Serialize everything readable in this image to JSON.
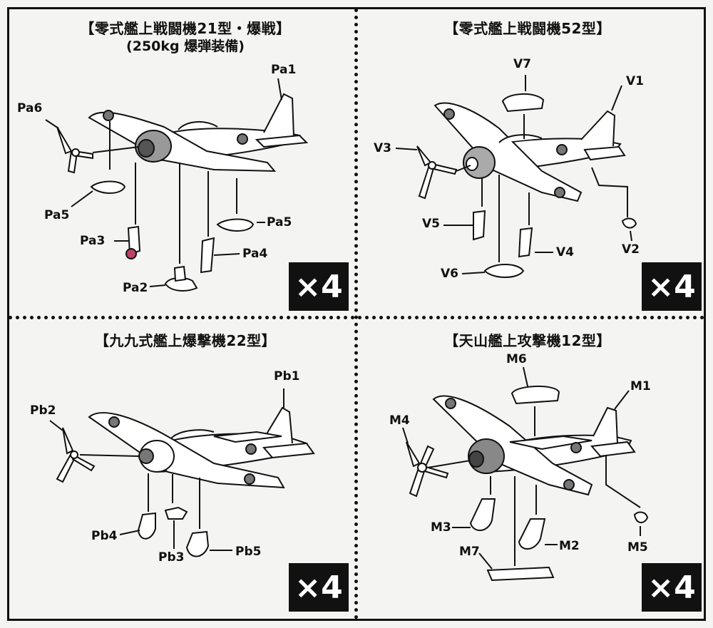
{
  "panels": [
    {
      "title": "【零式艦上戦闘機21型・爆戦】",
      "subtitle": "(250kg 爆弾装備)",
      "labels": [
        "Pa1",
        "Pa6",
        "Pa5",
        "Pa3",
        "Pa5",
        "Pa4",
        "Pa2"
      ],
      "quantity": "×4"
    },
    {
      "title": "【零式艦上戦闘機52型】",
      "labels": [
        "V7",
        "V1",
        "V3",
        "V5",
        "V4",
        "V6",
        "V2"
      ],
      "quantity": "×4"
    },
    {
      "title": "【九九式艦上爆撃機22型】",
      "labels": [
        "Pb1",
        "Pb2",
        "Pb4",
        "Pb3",
        "Pb5"
      ],
      "quantity": "×4"
    },
    {
      "title": "【天山艦上攻撃機12型】",
      "labels": [
        "M6",
        "M1",
        "M4",
        "M3",
        "M2",
        "M7",
        "M5"
      ],
      "quantity": "×4"
    }
  ]
}
